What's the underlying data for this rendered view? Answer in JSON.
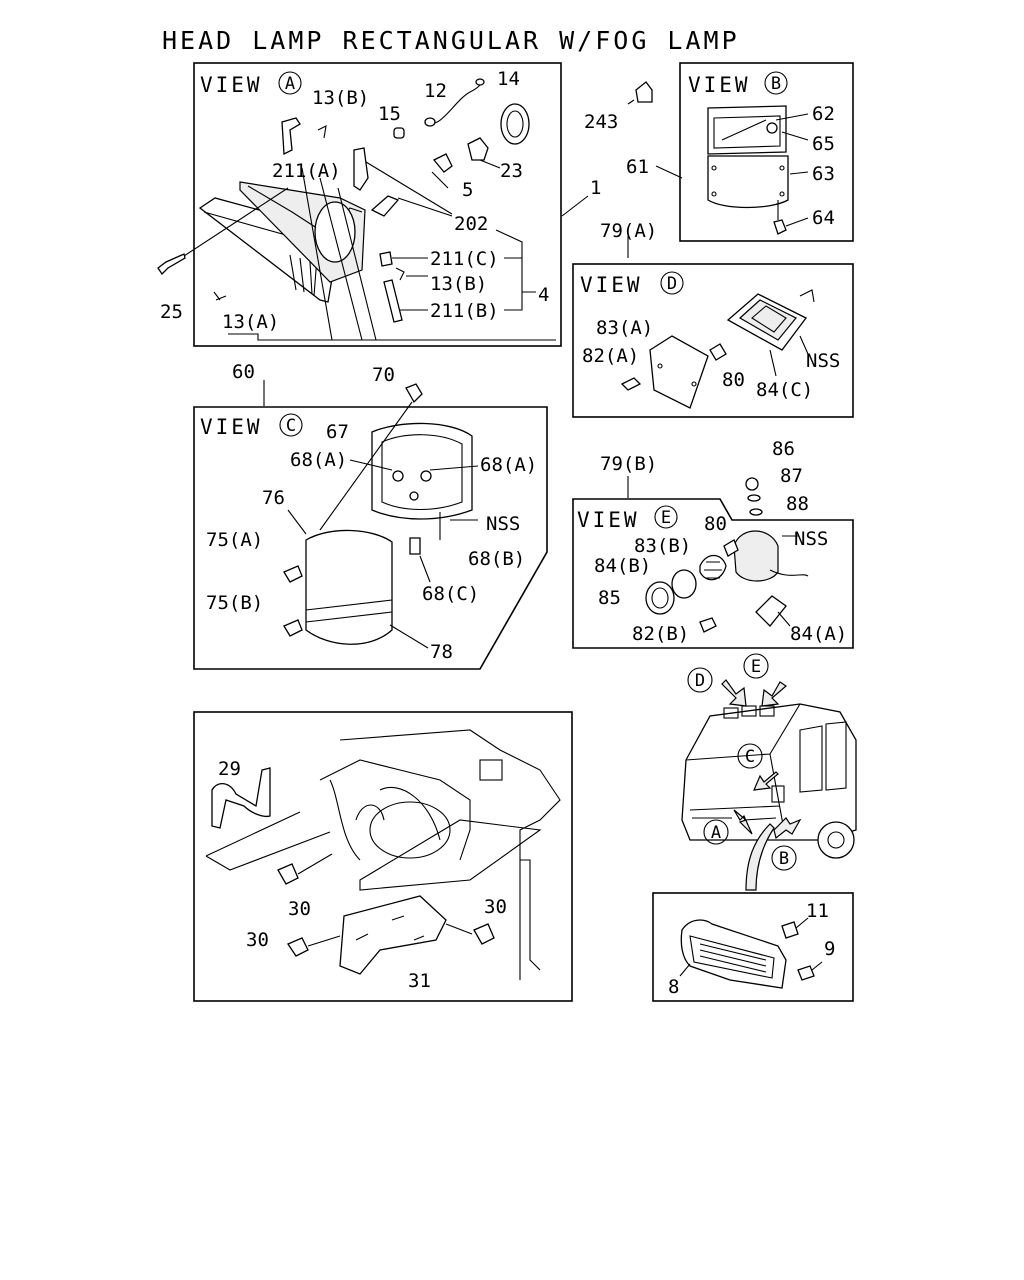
{
  "title": "HEAD LAMP RECTANGULAR W/FOG LAMP",
  "views": {
    "a": {
      "word": "VIEW",
      "letter": "A"
    },
    "b": {
      "word": "VIEW",
      "letter": "B"
    },
    "c": {
      "word": "VIEW",
      "letter": "C"
    },
    "d": {
      "word": "VIEW",
      "letter": "D"
    },
    "e": {
      "word": "VIEW",
      "letter": "E"
    }
  },
  "labels": {
    "l13b_1": "13(B)",
    "l12": "12",
    "l14": "14",
    "l15": "15",
    "l211a": "211(A)",
    "l23": "23",
    "l5": "5",
    "l202": "202",
    "l211c": "211(C)",
    "l13b_2": "13(B)",
    "l4": "4",
    "l211b": "211(B)",
    "l25": "25",
    "l13a": "13(A)",
    "l243": "243",
    "l1": "1",
    "l62": "62",
    "l65": "65",
    "l61": "61",
    "l63": "63",
    "l64": "64",
    "l79a": "79(A)",
    "l83a": "83(A)",
    "l82a": "82(A)",
    "l80_d": "80",
    "l84c": "84(C)",
    "lnss_d": "NSS",
    "l60": "60",
    "l70": "70",
    "l67": "67",
    "l68a_1": "68(A)",
    "l68a_2": "68(A)",
    "l76": "76",
    "lnss_c": "NSS",
    "l75a": "75(A)",
    "l68b": "68(B)",
    "l68c": "68(C)",
    "l75b": "75(B)",
    "l78": "78",
    "l86": "86",
    "l87": "87",
    "l88": "88",
    "l79b": "79(B)",
    "l80_e": "80",
    "lnss_e": "NSS",
    "l83b": "83(B)",
    "l84b": "84(B)",
    "l85": "85",
    "l82b": "82(B)",
    "l84a": "84(A)",
    "l29": "29",
    "l30_1": "30",
    "l30_2": "30",
    "l30_3": "30",
    "l31": "31",
    "l11": "11",
    "l9": "9",
    "l8": "8"
  },
  "vehicle_markers": {
    "d": "D",
    "e": "E",
    "c": "C",
    "a": "A",
    "b": "B"
  }
}
